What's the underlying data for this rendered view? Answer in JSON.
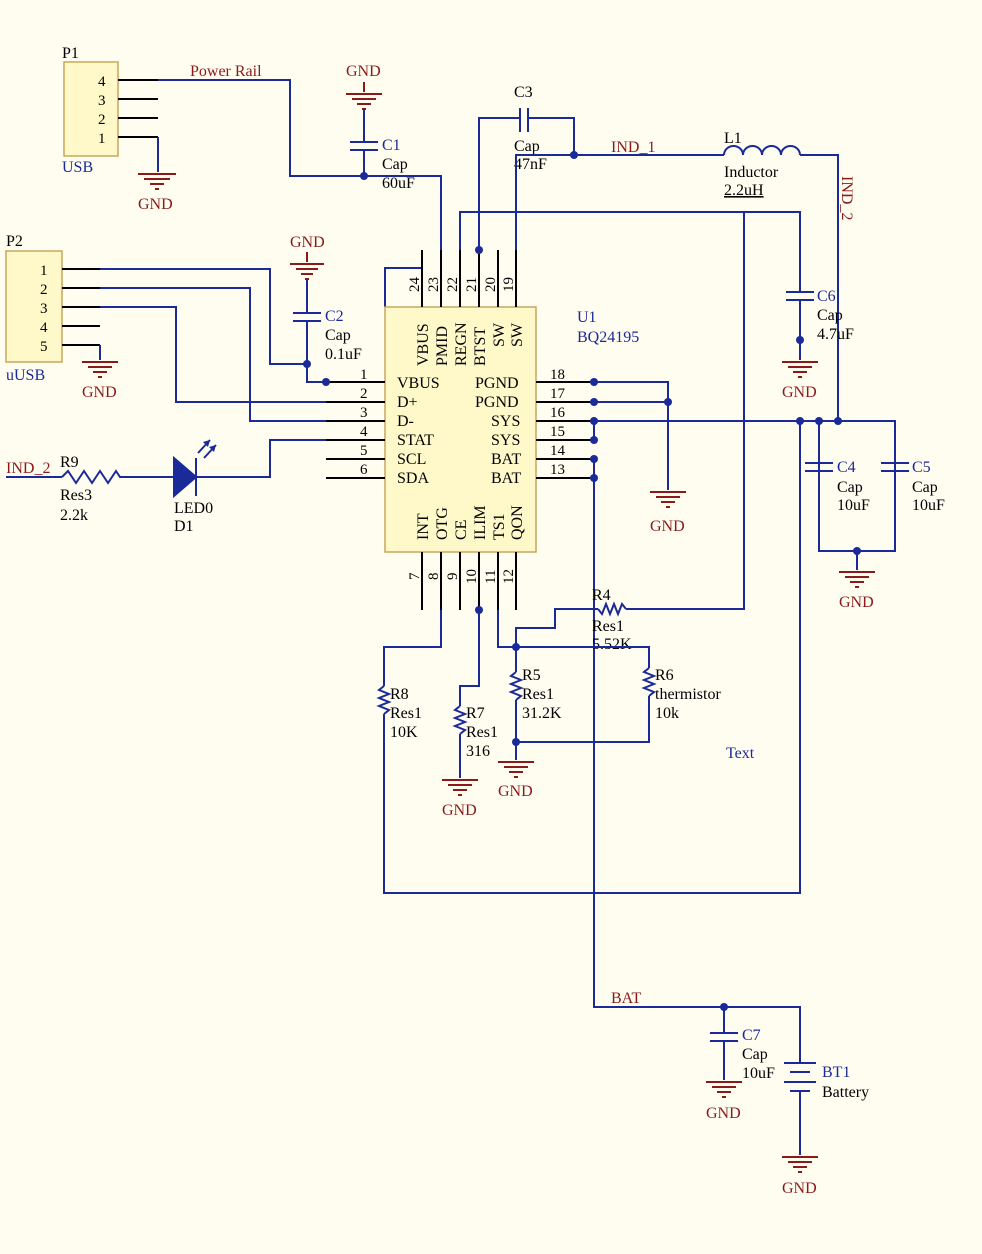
{
  "colors": {
    "background": "#fffdf0",
    "wire": "#1b2a99",
    "net_label": "#8a1a1a",
    "ic_fill": "#fff8c8",
    "ic_border": "#c8a75a"
  },
  "nets": {
    "power_rail": "Power Rail",
    "ind1": "IND_1",
    "ind2": "IND_2",
    "ind2_left": "IND_2",
    "bat": "BAT"
  },
  "gnd": "GND",
  "free_text": "Text",
  "p1": {
    "designator": "P1",
    "name": "USB",
    "pins": [
      "4",
      "3",
      "2",
      "1"
    ]
  },
  "p2": {
    "designator": "P2",
    "name": "uUSB",
    "pins": [
      "1",
      "2",
      "3",
      "4",
      "5"
    ]
  },
  "u1": {
    "designator": "U1",
    "part": "BQ24195",
    "left_pins": [
      {
        "num": "1",
        "name": "VBUS"
      },
      {
        "num": "2",
        "name": "D+"
      },
      {
        "num": "3",
        "name": "D-"
      },
      {
        "num": "4",
        "name": "STAT"
      },
      {
        "num": "5",
        "name": "SCL"
      },
      {
        "num": "6",
        "name": "SDA"
      }
    ],
    "right_pins": [
      {
        "num": "18",
        "name": "PGND"
      },
      {
        "num": "17",
        "name": "PGND"
      },
      {
        "num": "16",
        "name": "SYS"
      },
      {
        "num": "15",
        "name": "SYS"
      },
      {
        "num": "14",
        "name": "BAT"
      },
      {
        "num": "13",
        "name": "BAT"
      }
    ],
    "top_pins": [
      {
        "num": "24",
        "name": "VBUS"
      },
      {
        "num": "23",
        "name": "PMID"
      },
      {
        "num": "22",
        "name": "REGN"
      },
      {
        "num": "21",
        "name": "BTST"
      },
      {
        "num": "20",
        "name": "SW"
      },
      {
        "num": "19",
        "name": "SW"
      }
    ],
    "bottom_pins": [
      {
        "num": "7",
        "name": "INT"
      },
      {
        "num": "8",
        "name": "OTG"
      },
      {
        "num": "9",
        "name": "CE"
      },
      {
        "num": "10",
        "name": "ILIM"
      },
      {
        "num": "11",
        "name": "TS1"
      },
      {
        "num": "12",
        "name": "QON"
      }
    ]
  },
  "c1": {
    "designator": "C1",
    "type": "Cap",
    "value": "60uF"
  },
  "c2": {
    "designator": "C2",
    "type": "Cap",
    "value": "0.1uF"
  },
  "c3": {
    "designator": "C3",
    "type": "Cap",
    "value": "47nF"
  },
  "c4": {
    "designator": "C4",
    "type": "Cap",
    "value": "10uF"
  },
  "c5": {
    "designator": "C5",
    "type": "Cap",
    "value": "10uF"
  },
  "c6": {
    "designator": "C6",
    "type": "Cap",
    "value": "4.7uF"
  },
  "c7": {
    "designator": "C7",
    "type": "Cap",
    "value": "10uF"
  },
  "l1": {
    "designator": "L1",
    "type": "Inductor",
    "value": "2.2uH"
  },
  "r4": {
    "designator": "R4",
    "type": "Res1",
    "value": "5.52K"
  },
  "r5": {
    "designator": "R5",
    "type": "Res1",
    "value": "31.2K"
  },
  "r6": {
    "designator": "R6",
    "type": "thermistor",
    "value": "10k"
  },
  "r7": {
    "designator": "R7",
    "type": "Res1",
    "value": "316"
  },
  "r8": {
    "designator": "R8",
    "type": "Res1",
    "value": "10K"
  },
  "r9": {
    "designator": "R9",
    "type": "Res3",
    "value": "2.2k"
  },
  "d1": {
    "designator": "D1",
    "type": "LED0"
  },
  "bt1": {
    "designator": "BT1",
    "type": "Battery"
  }
}
